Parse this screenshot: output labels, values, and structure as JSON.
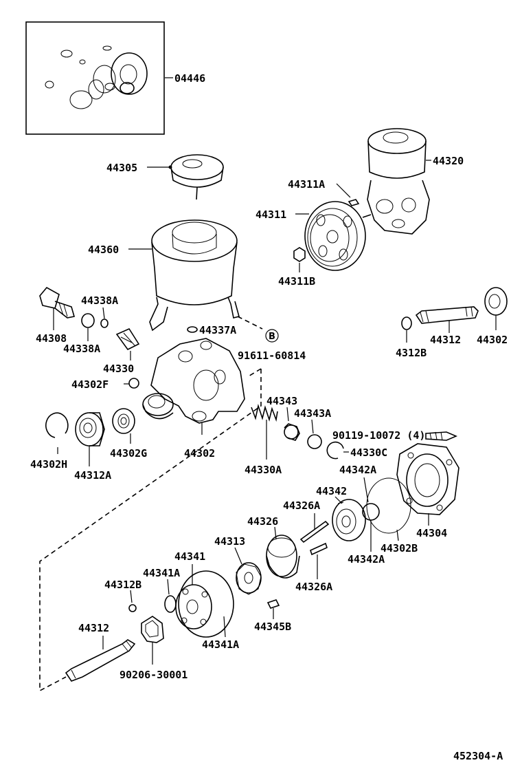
{
  "labels": {
    "l04446": "04446",
    "l44305": "44305",
    "l44320": "44320",
    "l44311A": "44311A",
    "l44311": "44311",
    "l44360": "44360",
    "l44311B": "44311B",
    "l44338A_top": "44338A",
    "l44308": "44308",
    "l44338A_bot": "44338A",
    "l44337A": "44337A",
    "l44312_right": "44312",
    "l44302_right": "44302",
    "l4312B": "4312B",
    "l44330": "44330",
    "l91611": "91611-60814",
    "l44302F": "44302F",
    "l44343": "44343",
    "l44343A": "44343A",
    "l90119": "90119-10072 (4)",
    "l44302H": "44302H",
    "l44302G": "44302G",
    "l44302": "44302",
    "l44330C": "44330C",
    "l44312A": "44312A",
    "l44330A": "44330A",
    "l44342A_top": "44342A",
    "l44342": "44342",
    "l44326A_top": "44326A",
    "l44326": "44326",
    "l44304": "44304",
    "l44313": "44313",
    "l44302B": "44302B",
    "l44342A_bot": "44342A",
    "l44341": "44341",
    "l44341A_top": "44341A",
    "l44312B_left": "44312B",
    "l44326A_bot": "44326A",
    "l44345B": "44345B",
    "l44312_left": "44312",
    "l44341A_bot": "44341A",
    "l90206": "90206-30001",
    "ref_B": "B",
    "figure_code": "452304-A"
  }
}
